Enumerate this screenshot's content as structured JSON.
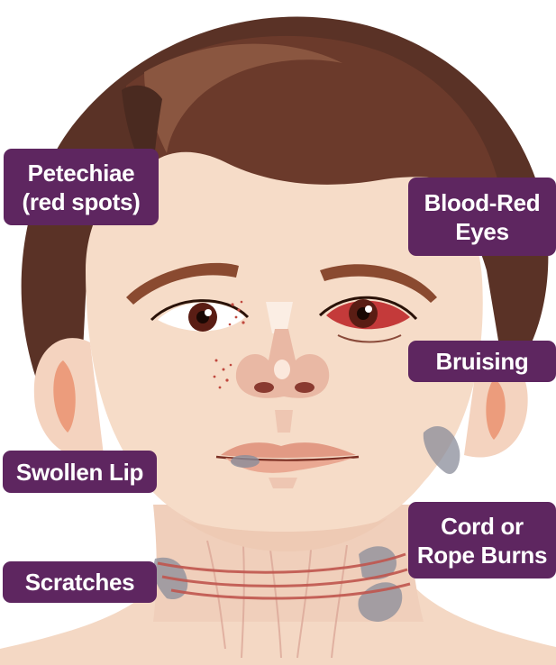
{
  "labels": {
    "petechiae": {
      "line1": "Petechiae",
      "line2": "(red spots)"
    },
    "eyes": {
      "line1": "Blood-Red",
      "line2": "Eyes"
    },
    "bruising": {
      "line1": "Bruising"
    },
    "swollen_lip": {
      "line1": "Swollen Lip"
    },
    "cord_burns": {
      "line1": "Cord or",
      "line2": "Rope Burns"
    },
    "scratches": {
      "line1": "Scratches"
    }
  },
  "colors": {
    "label_background": "#5e2660",
    "label_text": "#ffffff",
    "skin": "#f6dcc8",
    "hair": "#5a3226",
    "hair_highlight": "#8a5640",
    "bruise": "#8a8c9a",
    "burn_line": "#c0564e"
  }
}
